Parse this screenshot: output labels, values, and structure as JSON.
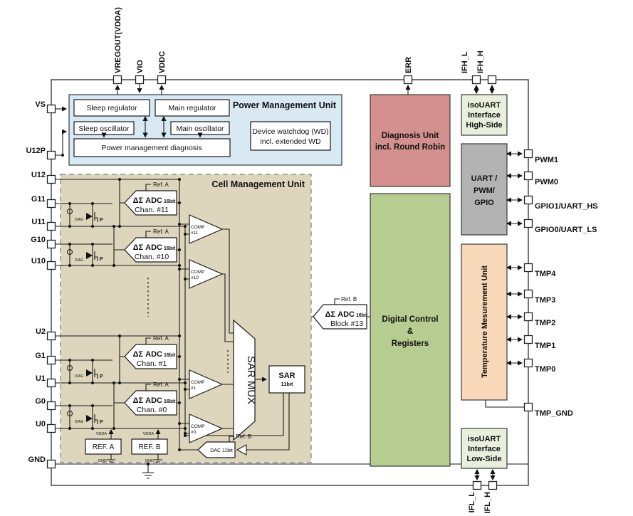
{
  "pins": {
    "top": [
      "VREGOUT(VDDA)",
      "VIO",
      "VDDC",
      "ERR",
      "IFH_L",
      "IFH_H"
    ],
    "left": [
      "VS",
      "U12P",
      "U12",
      "G11",
      "U11",
      "G10",
      "U10",
      "U2",
      "G1",
      "U1",
      "G0",
      "U0",
      "GND"
    ],
    "right": [
      "PWM1",
      "PWM0",
      "GPIO1/UART_HS",
      "GPIO0/UART_LS",
      "TMP4",
      "TMP3",
      "TMP2",
      "TMP1",
      "TMP0",
      "TMP_GND"
    ],
    "bottom": [
      "IFL_L",
      "IFL_H"
    ]
  },
  "pmu": {
    "title": "Power Management Unit",
    "sleep_regulator": "Sleep regulator",
    "main_regulator": "Main regulator",
    "sleep_oscillator": "Sleep oscillator",
    "main_oscillator": "Main oscillator",
    "diagnosis": "Power management diagnosis",
    "watchdog1": "Device watchdog (WD)",
    "watchdog2": "incl. extended WD"
  },
  "cmu": {
    "title": "Cell Management Unit",
    "adc_label": "ΔΣ ADC",
    "adc_bits": "16bit",
    "adc_channels": [
      "Chan. #11",
      "Chan. #10",
      "Chan. #1",
      "Chan. #0"
    ],
    "ref_a": "Ref. A",
    "ref_b": "Ref. B",
    "comp_label": "COMP",
    "comp_channels": [
      "#11",
      "#10",
      "#1",
      "#0"
    ],
    "sar_mux": "SAR MUX",
    "sar": "SAR",
    "sar_bits": "11bit",
    "dac": "DAC 11bit",
    "ref_blocks": [
      "REF. A",
      "REF. B"
    ],
    "vdda": "VDDA",
    "gnd": "GND",
    "diag": "DIAG",
    "p": "P"
  },
  "adc13": {
    "label": "ΔΣ ADC",
    "bits": "16bit",
    "channel": "Block #13",
    "ref": "Ref. B"
  },
  "right_blocks": {
    "diagnosis1": "Diagnosis Unit",
    "diagnosis2": "incl. Round Robin",
    "digital1": "Digital Control",
    "digital2": "&",
    "digital3": "Registers",
    "isouart_hs1": "isoUART",
    "isouart_hs2": "Interface",
    "isouart_hs3": "High-Side",
    "uart1": "UART /",
    "uart2": "PWM/",
    "uart3": "GPIO",
    "temperature": "Temperature Mesurement Unit",
    "isouart_ls1": "isoUART",
    "isouart_ls2": "Interface",
    "isouart_ls3": "Low-Side"
  },
  "colors": {
    "pmu_fill": "#d8e9f4",
    "cmu_fill": "#ded5bd",
    "diagnosis_fill": "#d4908e",
    "digital_fill": "#b6cc90",
    "isouart_fill": "#e8efdc",
    "uart_fill": "#b3b3b3",
    "temperature_fill": "#f8d8b8",
    "gate_pin": "#00a44c",
    "gnd_pin": "#0a70c0",
    "wire": "#1a1a1a"
  }
}
